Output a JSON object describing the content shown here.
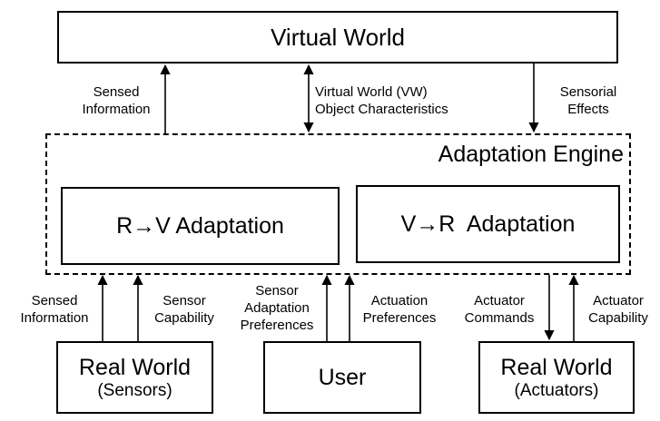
{
  "virtual_world": {
    "title": "Virtual World"
  },
  "adaptation_engine": {
    "title": "Adaptation Engine",
    "r2v": "R→V Adaptation",
    "v2r": "V→R  Adaptation"
  },
  "top_labels": {
    "sensed_info_1": "Sensed",
    "sensed_info_2": "Information",
    "vw_obj_1": "Virtual World (VW)",
    "vw_obj_2": "Object Characteristics",
    "sens_eff_1": "Sensorial",
    "sens_eff_2": "Effects"
  },
  "bottom_labels": {
    "sensed_info_1": "Sensed",
    "sensed_info_2": "Information",
    "sensor_cap_1": "Sensor",
    "sensor_cap_2": "Capability",
    "sensor_adapt_1": "Sensor",
    "sensor_adapt_2": "Adaptation",
    "sensor_adapt_3": "Preferences",
    "act_pref_1": "Actuation",
    "act_pref_2": "Preferences",
    "act_cmd_1": "Actuator",
    "act_cmd_2": "Commands",
    "act_cap_1": "Actuator",
    "act_cap_2": "Capability"
  },
  "real_world_sensors": {
    "title": "Real World",
    "sub": "(Sensors)"
  },
  "user": {
    "title": "User"
  },
  "real_world_actuators": {
    "title": "Real World",
    "sub": "(Actuators)"
  }
}
